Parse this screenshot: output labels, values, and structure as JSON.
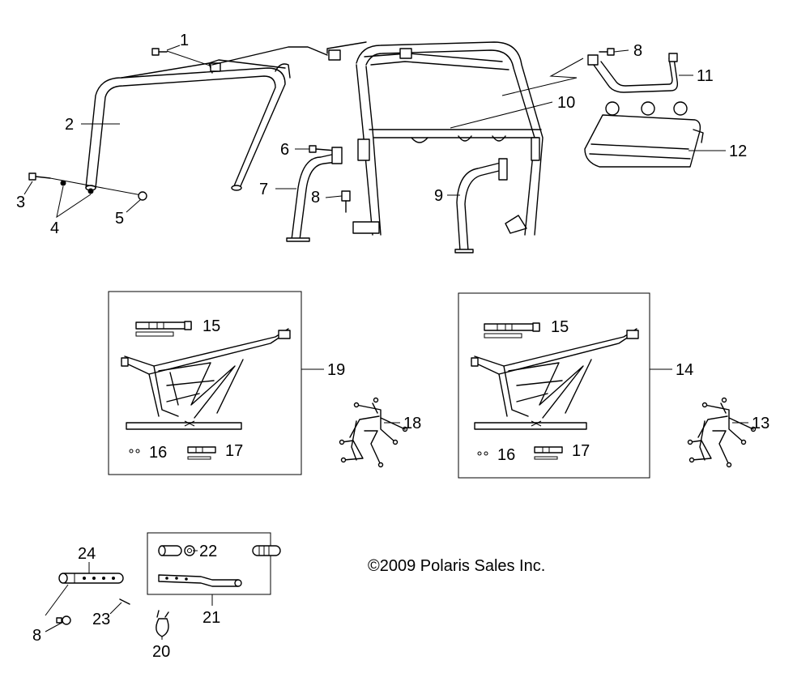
{
  "callouts": {
    "c1": "1",
    "c2": "2",
    "c3": "3",
    "c4": "4",
    "c5": "5",
    "c6": "6",
    "c7": "7",
    "c8a": "8",
    "c8b": "8",
    "c8c": "8",
    "c9": "9",
    "c10": "10",
    "c11": "11",
    "c12": "12",
    "c13": "13",
    "c14": "14",
    "c15a": "15",
    "c15b": "15",
    "c16a": "16",
    "c16b": "16",
    "c17a": "17",
    "c17b": "17",
    "c18": "18",
    "c19": "19",
    "c20": "20",
    "c21": "21",
    "c22": "22",
    "c23": "23",
    "c24": "24"
  },
  "copyright": "©2009 Polaris Sales Inc."
}
